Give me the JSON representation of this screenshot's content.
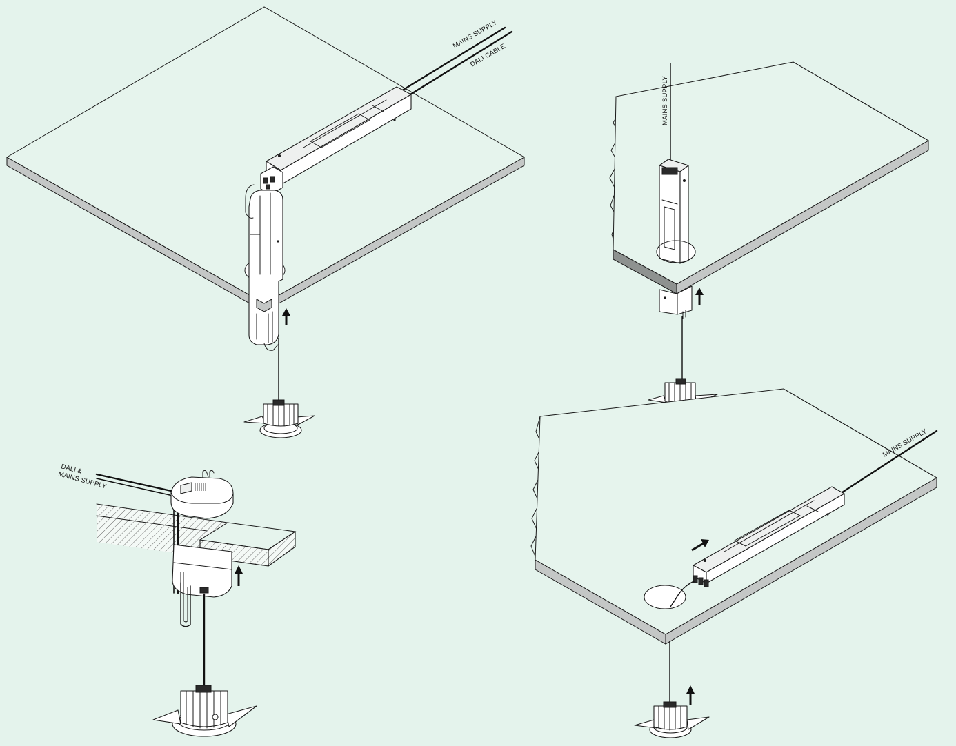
{
  "labels": {
    "panel1_mains": "MAINS SUPPLY",
    "panel1_dali": "DALI CABLE",
    "panel2_mains": "MAINS SUPPLY",
    "panel3_dali_line1": "DALI &",
    "panel3_dali_line2": "MAINS SUPPLY",
    "panel4_mains": "MAINS SUPPLY"
  },
  "colors": {
    "background": "#e4f3ec",
    "ceiling_edge": "#c4c7c6",
    "line": "#1a1a1a"
  },
  "icons": [
    "up-arrow-icon",
    "diagonal-arrow-icon",
    "downlight-icon",
    "driver-box-icon"
  ]
}
